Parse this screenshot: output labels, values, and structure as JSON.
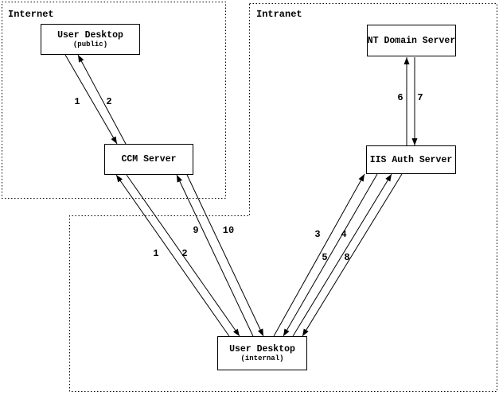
{
  "diagram": {
    "colors": {
      "line": "#000000",
      "background": "#ffffff"
    },
    "regions": [
      {
        "id": "internet",
        "label": "Internet"
      },
      {
        "id": "intranet",
        "label": "Intranet"
      }
    ],
    "nodes": [
      {
        "id": "user-desktop-public",
        "title": "User Desktop",
        "subtitle": "(public)",
        "region": "Internet"
      },
      {
        "id": "ccm-server",
        "title": "CCM Server",
        "region": "Internet"
      },
      {
        "id": "nt-domain-server",
        "title": "NT Domain Server",
        "region": "Intranet"
      },
      {
        "id": "iis-auth-server",
        "title": "IIS Auth Server",
        "region": "Intranet"
      },
      {
        "id": "user-desktop-internal",
        "title": "User Desktop",
        "subtitle": "(internal)",
        "region": "Intranet"
      }
    ],
    "connections": [
      {
        "label": "1",
        "from": "user-desktop-public",
        "to": "ccm-server"
      },
      {
        "label": "2",
        "from": "ccm-server",
        "to": "user-desktop-public"
      },
      {
        "label": "1",
        "from": "user-desktop-internal",
        "to": "ccm-server"
      },
      {
        "label": "2",
        "from": "ccm-server",
        "to": "user-desktop-internal"
      },
      {
        "label": "9",
        "from": "user-desktop-internal",
        "to": "ccm-server"
      },
      {
        "label": "10",
        "from": "ccm-server",
        "to": "user-desktop-internal"
      },
      {
        "label": "3",
        "from": "user-desktop-internal",
        "to": "iis-auth-server"
      },
      {
        "label": "4",
        "from": "iis-auth-server",
        "to": "user-desktop-internal"
      },
      {
        "label": "5",
        "from": "user-desktop-internal",
        "to": "iis-auth-server"
      },
      {
        "label": "8",
        "from": "iis-auth-server",
        "to": "user-desktop-internal"
      },
      {
        "label": "6",
        "from": "iis-auth-server",
        "to": "nt-domain-server"
      },
      {
        "label": "7",
        "from": "nt-domain-server",
        "to": "iis-auth-server"
      }
    ]
  }
}
